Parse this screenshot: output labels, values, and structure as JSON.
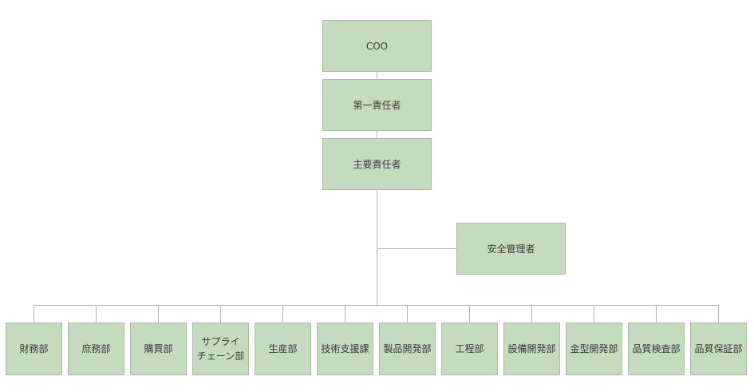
{
  "chart": {
    "top_nodes": [
      {
        "label": "COO"
      },
      {
        "label": "第一責任者"
      },
      {
        "label": "主要責任者"
      }
    ],
    "side_node": {
      "label": "安全管理者"
    },
    "departments": [
      {
        "label": "財務部"
      },
      {
        "label": "庶務部"
      },
      {
        "label": "購買部"
      },
      {
        "label": "サプライ\nチェーン部"
      },
      {
        "label": "生産部"
      },
      {
        "label": "技術支援課"
      },
      {
        "label": "製品開発部"
      },
      {
        "label": "工程部"
      },
      {
        "label": "設備開発部"
      },
      {
        "label": "金型開発部"
      },
      {
        "label": "品質検査部"
      },
      {
        "label": "品質保証部"
      }
    ]
  }
}
